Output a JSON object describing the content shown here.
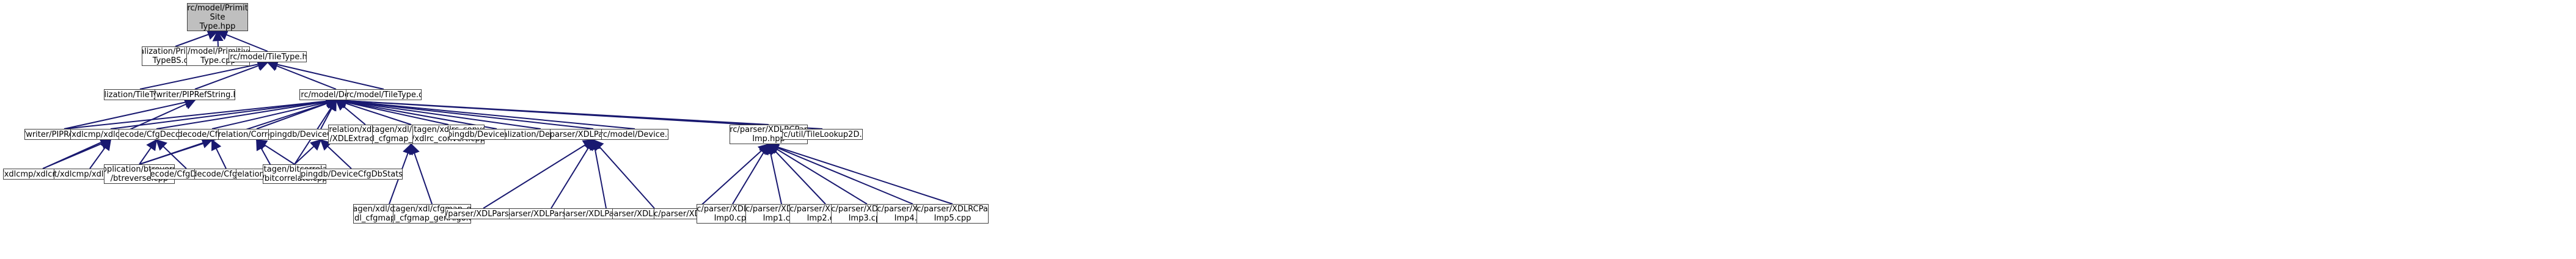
{
  "colors": {
    "edge": "#191970",
    "node_border": "#404040",
    "root_fill": "#bfbfbf",
    "node_fill": "#ffffff"
  },
  "nodes": {
    "root": "xdlrc/model/Primitive\nSite\nType.hpp",
    "ser_pst": "serialization/PrimitiveSite\nTypeBS.cpp",
    "pst_cpp": "xdlrc/model/PrimitiveSite\nType.cpp",
    "tiletype_hpp": "xdlrc/model/TileType.hpp",
    "ser_tt": "serialization/TileTypeBS.cpp",
    "pipref_hpp": "xdl/writer/PIPRefString.hpp",
    "device_hpp": "xdlrc/model/Device.hpp",
    "tiletype_cpp": "xdlrc/model/TileType.cpp",
    "pipref_cpp": "xdl/writer/PIPRefString.cpp",
    "cmpalgo_hpp": "test/xdlcmp/xdlcmpAlgo.hpp",
    "cfgdecoder_hpp": "cfgdecode/CfgDecoder.hpp",
    "cfgprint_hpp": "cfgdecode/CfgPrint.hpp",
    "correlator_hpp": "correlation/Correlator.hpp",
    "devcfgstats_hpp": "mappingdb/DeviceCfgDbStats.hpp",
    "xdlextractor": "correlation/xdlextraction\n/XDLExtractor.cpp",
    "genalgo_hpp": "datagen/xdl/cfgmap_gen\n/xdl_cfgmap_genAlgo.hpp",
    "xdlrc_convert": "datagen/xdlrc_convert\n/xdlrc_convert.cpp",
    "devfiller": "mappingdb/DeviceCfgDbFiller.cpp",
    "ser_dev": "serialization/DeviceBS.cpp",
    "xdlparserimp_hpp": "xdl/parser/XDLParserImp.hpp",
    "device_cpp": "xdlrc/model/Device.cpp",
    "xdlrcparserimp_hpp": "xdlrc/parser/XDLRCParser\nImp.hpp",
    "tilelookup": "xdlrc/util/TileLookup2D.cpp",
    "cmpalgo_cpp": "test/xdlcmp/xdlcmpAlgo.cpp",
    "xdlcmp_cpp": "test/xdlcmp/xdlcmp.cpp",
    "btreverse": "application/btreverse\n/btreverse.cpp",
    "cfgdecoder_cpp": "cfgdecode/CfgDecoder.cpp",
    "cfgprint_cpp": "cfgdecode/CfgPrint.cpp",
    "correlator_cpp": "correlation/Correlator.cpp",
    "btcorrelate": "datagen/bitcorrelate\n/bitcorrelate.cpp",
    "devcfgstats_cpp": "mappingdb/DeviceCfgDbStats.cpp",
    "cfgmapgen": "datagen/xdl/cfgmap_gen\n/xdl_cfgmap_gen.cpp",
    "genalgo_cpp": "datagen/xdl/cfgmap_gen\n/xdl_cfgmap_genAlgo.cpp",
    "xdlparser_cpp": "xdl/parser/XDLParser.cpp",
    "xdlparserimp0": "xdl/parser/XDLParserImp0.cpp",
    "xdlparserimp1": "xdl/parser/XDLParserImp1.cpp",
    "xdlparserimp2": "xdl/parser/XDLParserImp2.cpp",
    "xdlrcparser_cpp": "xdlrc/parser/XDLRCParser.cpp",
    "xdlrcimp0": "xdlrc/parser/XDLRCParser\nImp0.cpp",
    "xdlrcimp1": "xdlrc/parser/XDLRCParser\nImp1.cpp",
    "xdlrcimp2": "xdlrc/parser/XDLRCParser\nImp2.cpp",
    "xdlrcimp3": "xdlrc/parser/XDLRCParser\nImp3.cpp",
    "xdlrcimp4": "xdlrc/parser/XDLRCParser\nImp4.cpp",
    "xdlrcimp5": "xdlrc/parser/XDLRCParser\nImp5.cpp"
  }
}
